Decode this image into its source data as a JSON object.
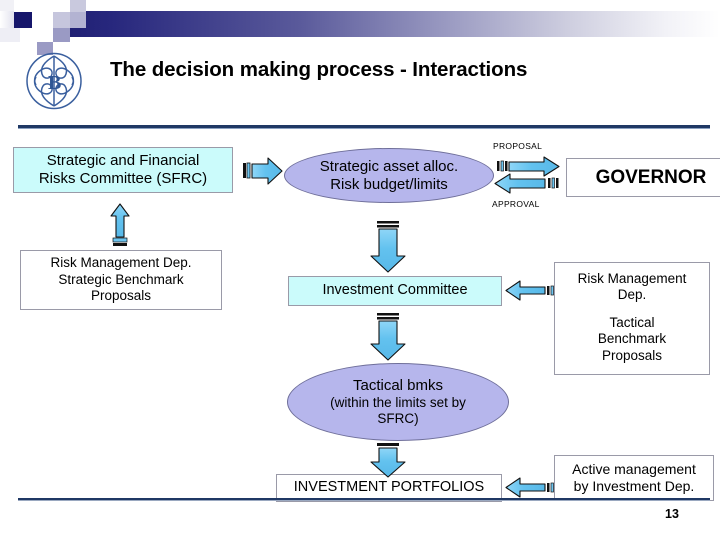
{
  "slide": {
    "title": "The decision making process - Interactions",
    "page_number": "13",
    "logo_name": "bank-of-italy-monogram",
    "accent_color": "#1f3864",
    "box_fill_cyan": "#cbfbfb",
    "ellipse_fill": "#b6b6ec",
    "arrow_fill": "#6ec5f0"
  },
  "nodes": {
    "sfrc": "Strategic and Financial Risks Committee (SFRC)",
    "sfrc_line1": "Strategic and Financial",
    "sfrc_line2": "Risks Committee (SFRC)",
    "rmd_strategic_line1": "Risk Management Dep.",
    "rmd_strategic_line2": "Strategic Benchmark",
    "rmd_strategic_line3": "Proposals",
    "saa_line1": "Strategic asset alloc.",
    "saa_line2": "Risk budget/limits",
    "governor": "GOVERNOR",
    "investment_committee": "Investment Committee",
    "rmd_tactical_line1": "Risk Management",
    "rmd_tactical_line2": "Dep.",
    "rmd_tactical_line3": "Tactical",
    "rmd_tactical_line4": "Benchmark",
    "rmd_tactical_line5": "Proposals",
    "tactical_line1": "Tactical bmks",
    "tactical_line2": "(within the limits set by",
    "tactical_line3": "SFRC)",
    "investment_portfolios": "INVESTMENT PORTFOLIOS",
    "active_mgmt_line1": "Active management",
    "active_mgmt_line2": "by Investment Dep."
  },
  "arrow_labels": {
    "proposal": "PROPOSAL",
    "approval": "APPROVAL"
  },
  "flow": {
    "edges": [
      {
        "from": "rmd_strategic",
        "to": "sfrc",
        "direction": "up",
        "label": ""
      },
      {
        "from": "sfrc",
        "to": "saa",
        "direction": "right",
        "label": ""
      },
      {
        "from": "saa",
        "to": "governor",
        "direction": "right",
        "label": "PROPOSAL"
      },
      {
        "from": "governor",
        "to": "saa",
        "direction": "left",
        "label": "APPROVAL"
      },
      {
        "from": "saa",
        "to": "investment_committee",
        "direction": "down",
        "label": ""
      },
      {
        "from": "rmd_tactical",
        "to": "investment_committee",
        "direction": "left",
        "label": ""
      },
      {
        "from": "investment_committee",
        "to": "tactical_bmks",
        "direction": "down",
        "label": ""
      },
      {
        "from": "tactical_bmks",
        "to": "investment_portfolios",
        "direction": "down",
        "label": ""
      },
      {
        "from": "active_management",
        "to": "investment_portfolios",
        "direction": "left",
        "label": ""
      }
    ]
  }
}
